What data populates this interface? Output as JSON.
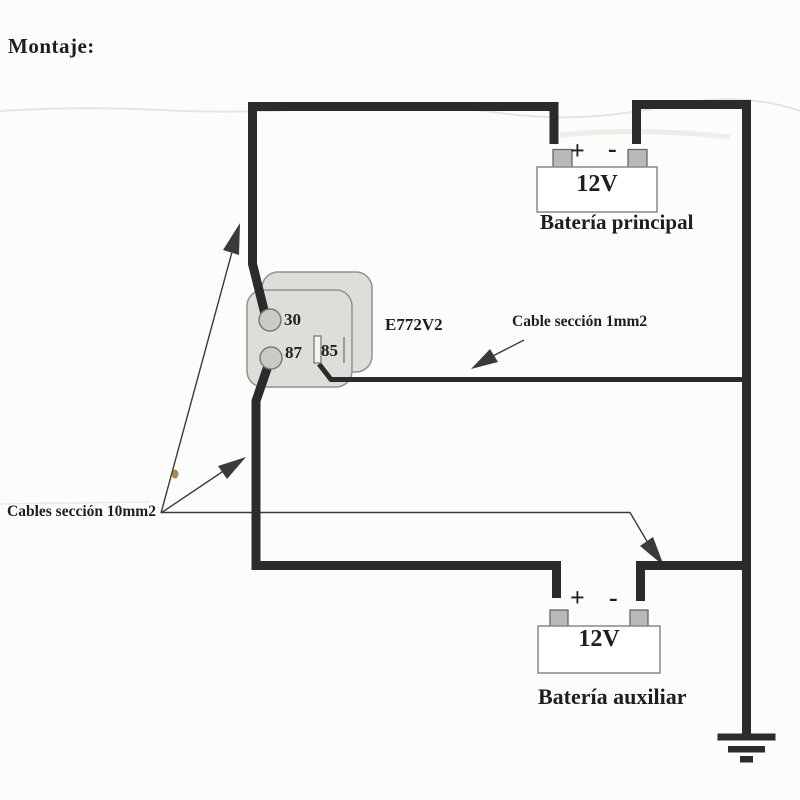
{
  "title": "Montaje:",
  "relay": {
    "model": "E772V2",
    "terminal_30": "30",
    "terminal_87": "87",
    "terminal_85": "85"
  },
  "battery_main": {
    "voltage": "12V",
    "label": "Batería principal",
    "plus": "+",
    "minus": "-"
  },
  "battery_aux": {
    "voltage": "12V",
    "label": "Batería auxiliar",
    "plus": "+",
    "minus": "-"
  },
  "annotations": {
    "cable_1mm": "Cable sección 1mm2",
    "cables_10mm": "Cables sección 10mm2"
  },
  "colors": {
    "wire": "#2b2b2b",
    "ink": "#1e1e1e",
    "relay_fill": "#dcded9",
    "relay_stroke": "#8f938f",
    "terminal_fill": "#b9b9b9",
    "battery_stroke": "#888888",
    "annotation_line": "#3a3a3a"
  }
}
